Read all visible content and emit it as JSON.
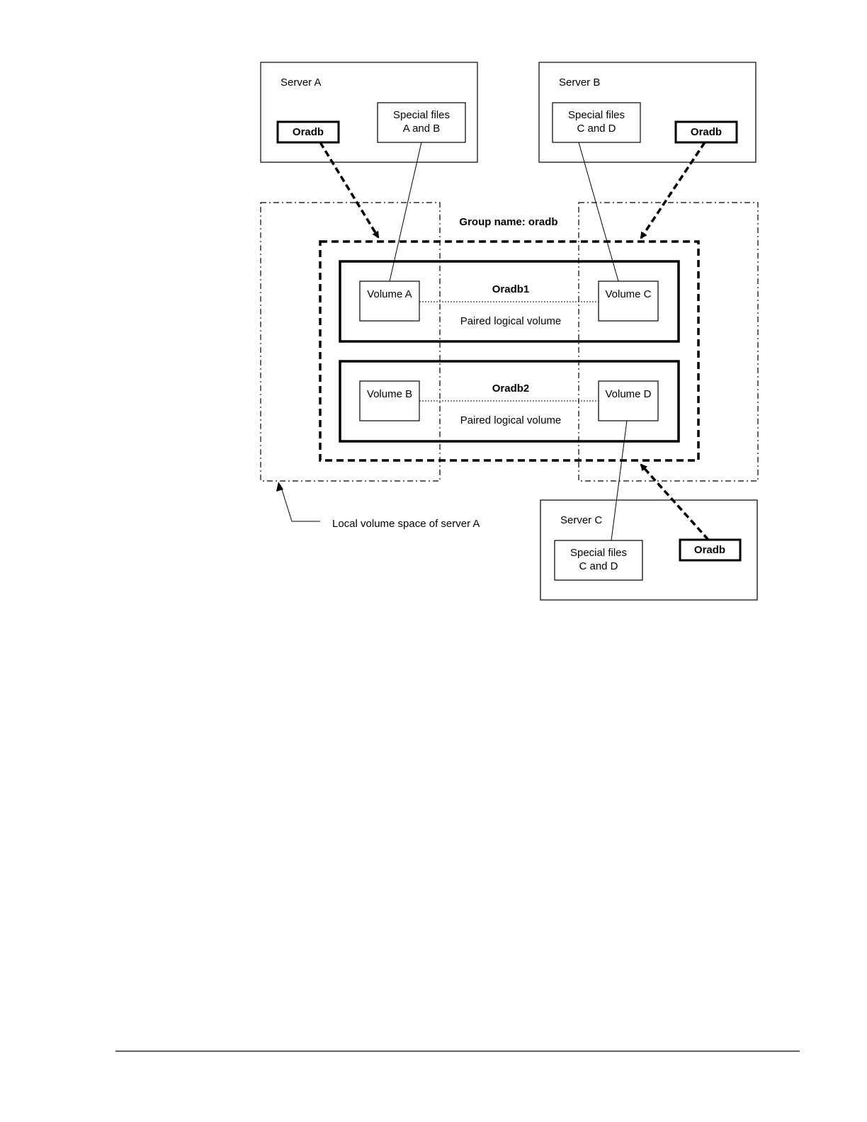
{
  "diagram": {
    "group_label": "Group name: oradb",
    "servers": [
      {
        "id": "A",
        "label": "Server A",
        "oradb": "Oradb",
        "special_files": [
          "Special files",
          "A and B"
        ]
      },
      {
        "id": "B",
        "label": "Server B",
        "oradb": "Oradb",
        "special_files": [
          "Special files",
          "C and D"
        ]
      },
      {
        "id": "C",
        "label": "Server C",
        "oradb": "Oradb",
        "special_files": [
          "Special files",
          "C and D"
        ]
      }
    ],
    "pairs": [
      {
        "name": "Oradb1",
        "left_volume": "Volume A",
        "right_volume": "Volume C",
        "caption": "Paired logical volume"
      },
      {
        "name": "Oradb2",
        "left_volume": "Volume B",
        "right_volume": "Volume D",
        "caption": "Paired logical volume"
      }
    ],
    "callout": "Local volume space of server A"
  },
  "colors": {
    "stroke": "#000000",
    "background": "#ffffff"
  }
}
